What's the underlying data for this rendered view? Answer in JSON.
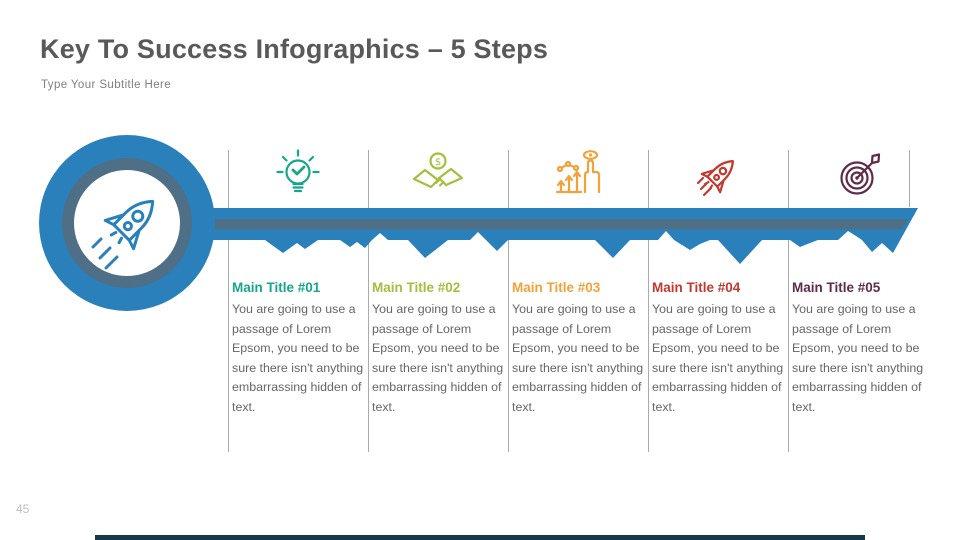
{
  "slide": {
    "title": "Key To Success Infographics – 5 Steps",
    "subtitle": "Type Your Subtitle Here",
    "page_number": "45"
  },
  "key_graphic": {
    "description": "key shape with circular head, toothed shaft and rocket icon in head",
    "center_icon": "rocket-icon",
    "colors": {
      "blue": "#2980BB",
      "dark_slate": "#4E6F85",
      "divider_gray": "#ABABAB"
    }
  },
  "steps": [
    {
      "icon": "lightbulb-check-icon",
      "color": "#17A58C",
      "title": "Main Title #01",
      "body": "You are going to use a passage of Lorem Epsom, you need to be sure there isn't anything embarrassing hidden of text."
    },
    {
      "icon": "handshake-dollar-icon",
      "color": "#A4BE3E",
      "title": "Main Title #02",
      "body": "You are going to use a passage of Lorem Epsom, you need to be sure there isn't anything embarrassing hidden of text."
    },
    {
      "icon": "growth-vision-icon",
      "color": "#F0A33B",
      "title": "Main Title #03",
      "body": "You are going to use a passage of Lorem Epsom, you need to be sure there isn't anything embarrassing hidden of text."
    },
    {
      "icon": "rocket-icon",
      "color": "#C23A2F",
      "title": "Main Title #04",
      "body": "You are going to use a passage of Lorem Epsom, you need to be sure there isn't anything embarrassing hidden of text."
    },
    {
      "icon": "target-dart-icon",
      "color": "#5E2B4A",
      "title": "Main Title #05",
      "body": "You are going to use a passage of Lorem Epsom, you need to be sure there isn't anything embarrassing hidden of text."
    }
  ],
  "coin_symbol": "$",
  "footer": {
    "bar_color": "#163849"
  }
}
